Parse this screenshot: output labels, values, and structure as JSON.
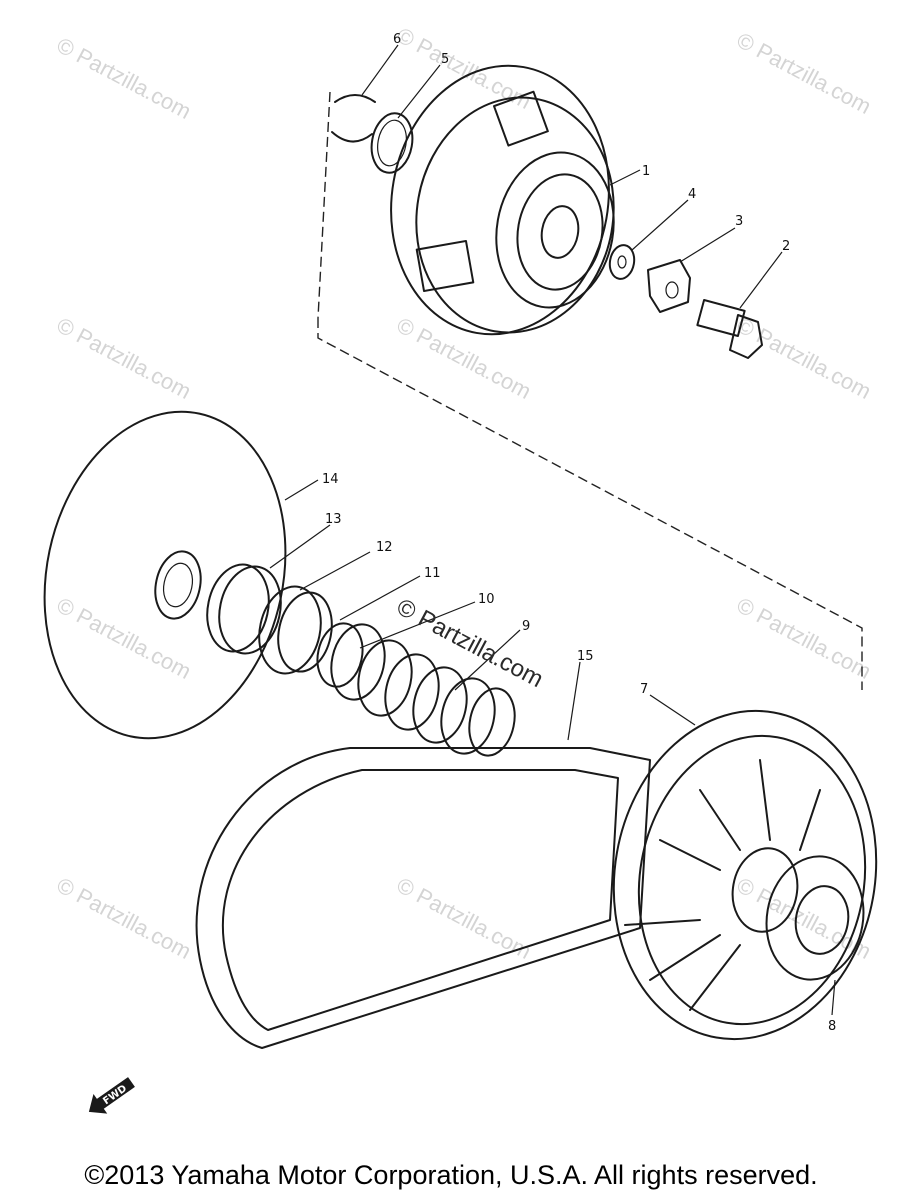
{
  "watermark": "© Partzilla.com",
  "center_watermark": "© Partzilla.com",
  "callouts": {
    "c1": "1",
    "c2": "2",
    "c3": "3",
    "c4": "4",
    "c5": "5",
    "c6": "6",
    "c7": "7",
    "c8": "8",
    "c9": "9",
    "c10": "10",
    "c11": "11",
    "c12": "12",
    "c13": "13",
    "c14": "14",
    "c15": "15"
  },
  "fwd_badge": "FWD",
  "copyright": "©2013  Yamaha Motor Corporation, U.S.A. All rights reserved."
}
